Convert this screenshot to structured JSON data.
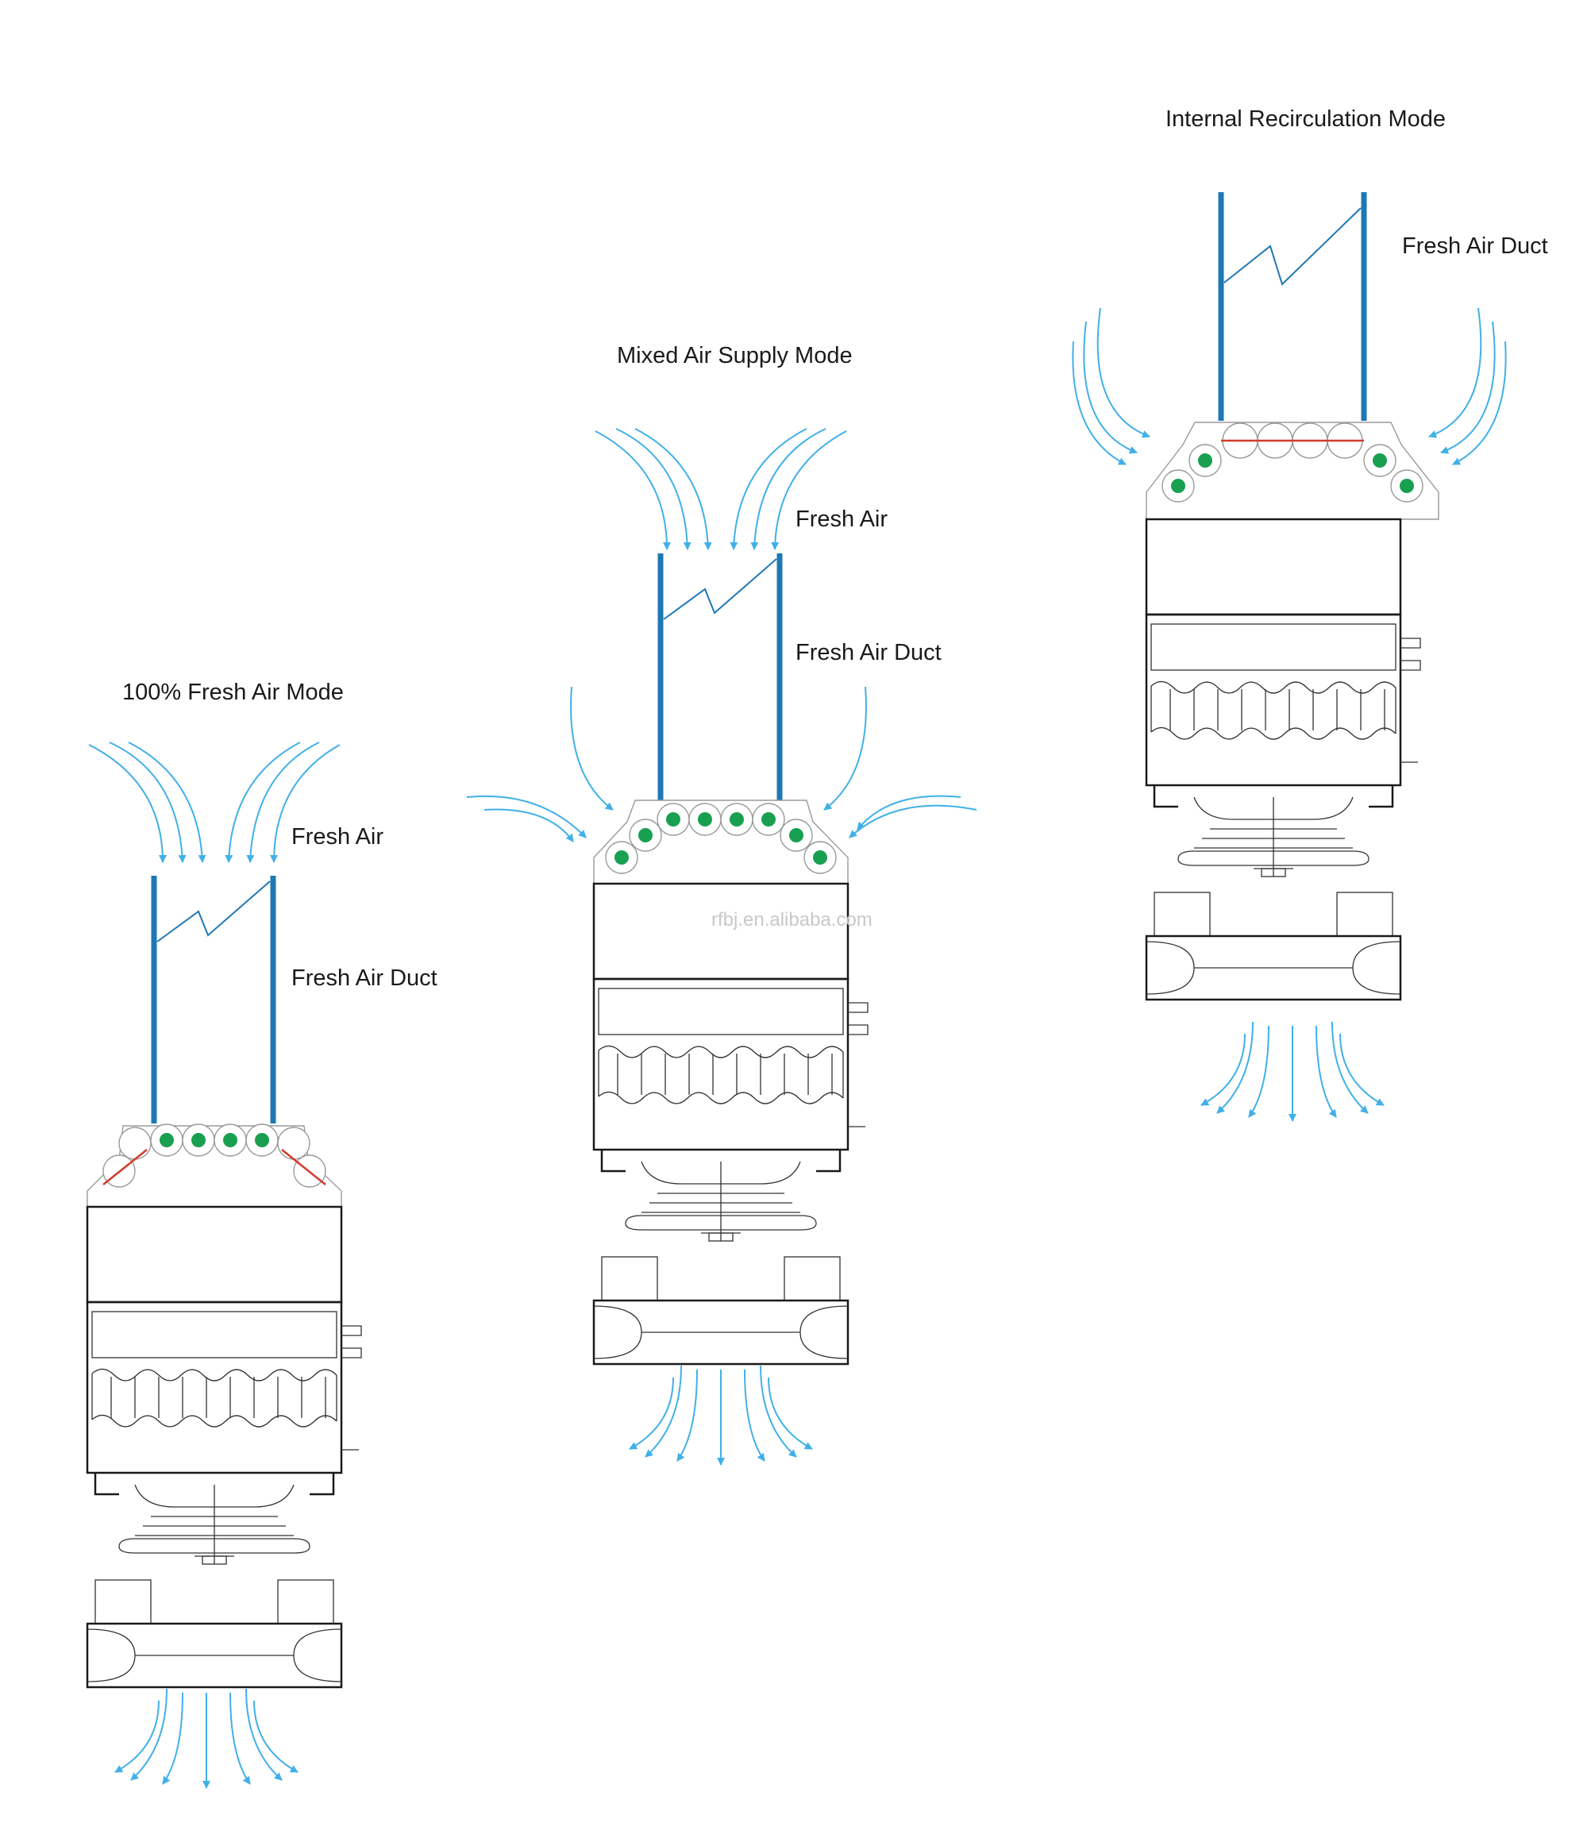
{
  "colors": {
    "duct": "#1e78b4",
    "airflow_arrow": "#41b0e8",
    "damper_open": "#18a050",
    "damper_closed": "#d33a2a",
    "outline": "#1a1a1a"
  },
  "modes": [
    {
      "title": "100% Fresh Air Mode",
      "fresh_air_label": "Fresh Air",
      "duct_label": "Fresh Air Duct"
    },
    {
      "title": "Mixed Air Supply Mode",
      "fresh_air_label": "Fresh Air",
      "duct_label": "Fresh Air Duct"
    },
    {
      "title": "Internal Recirculation Mode",
      "duct_label": "Fresh Air Duct"
    }
  ],
  "watermark": "rfbj.en.alibaba.com"
}
